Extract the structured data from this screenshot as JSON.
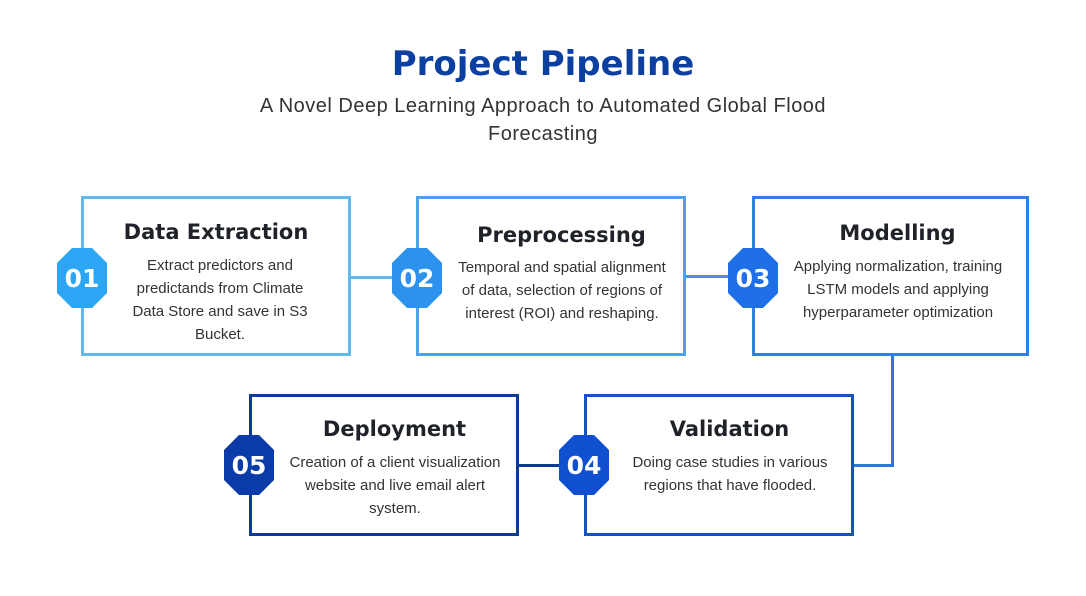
{
  "title": "Project Pipeline",
  "subtitle": "A Novel Deep Learning Approach to Automated Global Flood Forecasting",
  "steps": [
    {
      "number": "01",
      "title": "Data Extraction",
      "description": "Extract predictors and predictands from Climate Data Store and save in S3 Bucket.",
      "color": "#63b9ef",
      "badge_color": "#2aa6f4"
    },
    {
      "number": "02",
      "title": "Preprocessing",
      "description": "Temporal and spatial alignment of data, selection of regions of interest (ROI) and reshaping.",
      "color": "#4aa3ec",
      "badge_color": "#2c92ee"
    },
    {
      "number": "03",
      "title": "Modelling",
      "description": "Applying normalization, training LSTM models and applying hyperparameter optimization",
      "color": "#2e7fe6",
      "badge_color": "#1f6fe9"
    },
    {
      "number": "04",
      "title": "Validation",
      "description": "Doing case studies in various regions that have flooded.",
      "color": "#1752c2",
      "badge_color": "#0f4fd0"
    },
    {
      "number": "05",
      "title": "Deployment",
      "description": "Creation of a client visualization website and live email alert system.",
      "color": "#0c3a94",
      "badge_color": "#0b3ba8"
    }
  ]
}
